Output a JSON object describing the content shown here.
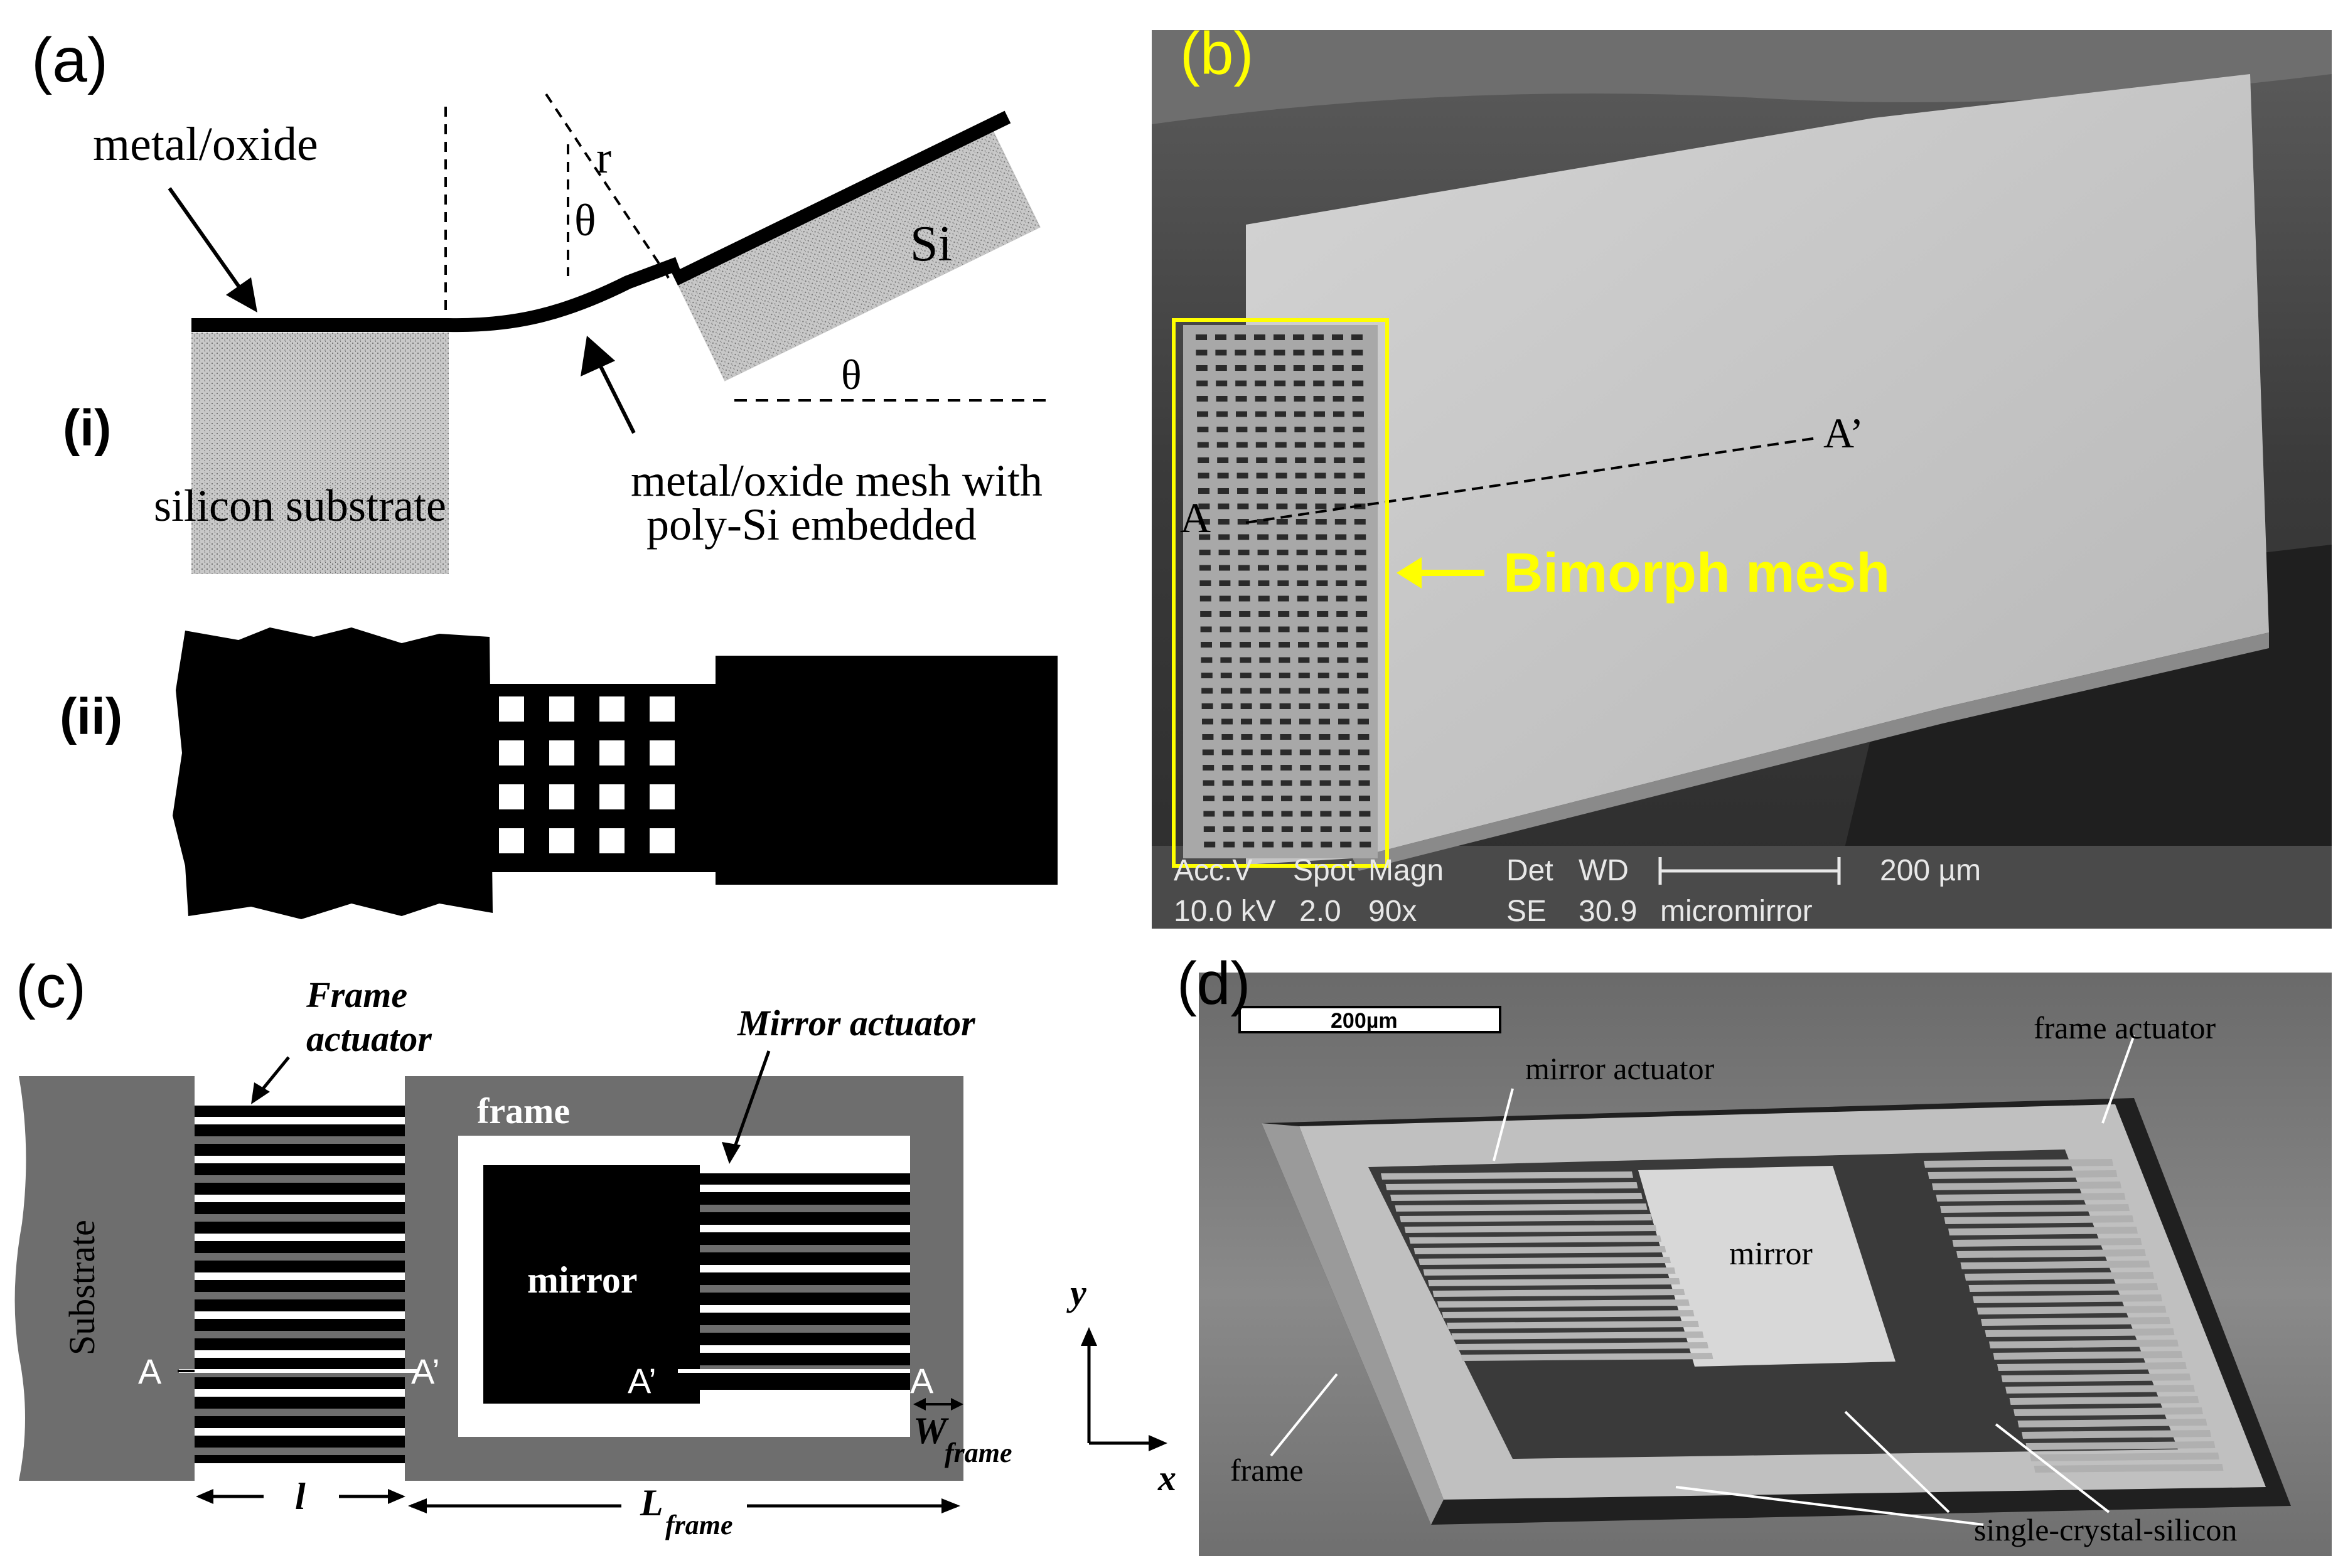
{
  "panel_a": {
    "label": "(a)",
    "sub_i": "(i)",
    "sub_ii": "(ii)",
    "metal_oxide": "metal/oxide",
    "r": "r",
    "theta_top": "θ",
    "theta_bottom": "θ",
    "si": "Si",
    "silicon_substrate": "silicon substrate",
    "mesh_line1": "metal/oxide mesh with",
    "mesh_line2": "poly-Si embedded"
  },
  "panel_b": {
    "label": "(b)",
    "a_label": "A",
    "a_prime_label": "A’",
    "bimorph_mesh": "Bimorph mesh",
    "info_row1": [
      "Acc.V",
      "Spot",
      "Magn",
      "Det",
      "WD"
    ],
    "info_row2": [
      "10.0 kV",
      "2.0",
      "90x",
      "SE",
      "30.9",
      "micromirror"
    ],
    "scale": "200 µm",
    "accent": "#ffff00"
  },
  "panel_c": {
    "label": "(c)",
    "frame_actuator_l1": "Frame",
    "frame_actuator_l2": "actuator",
    "mirror_actuator": "Mirror actuator",
    "frame": "frame",
    "mirror": "mirror",
    "substrate": "Substrate",
    "a_left": "A",
    "a_prime_left": "A’",
    "a_prime_right": "A’",
    "a_right": "A",
    "l": "l",
    "L": "L",
    "L_sub": "frame",
    "W": "W",
    "W_sub": "frame",
    "axis_y": "y",
    "axis_x": "x"
  },
  "panel_d": {
    "label": "(d)",
    "scale": "200µm",
    "mirror_actuator": "mirror actuator",
    "frame_actuator": "frame actuator",
    "mirror": "mirror",
    "frame": "frame",
    "scs": "single-crystal-silicon"
  }
}
